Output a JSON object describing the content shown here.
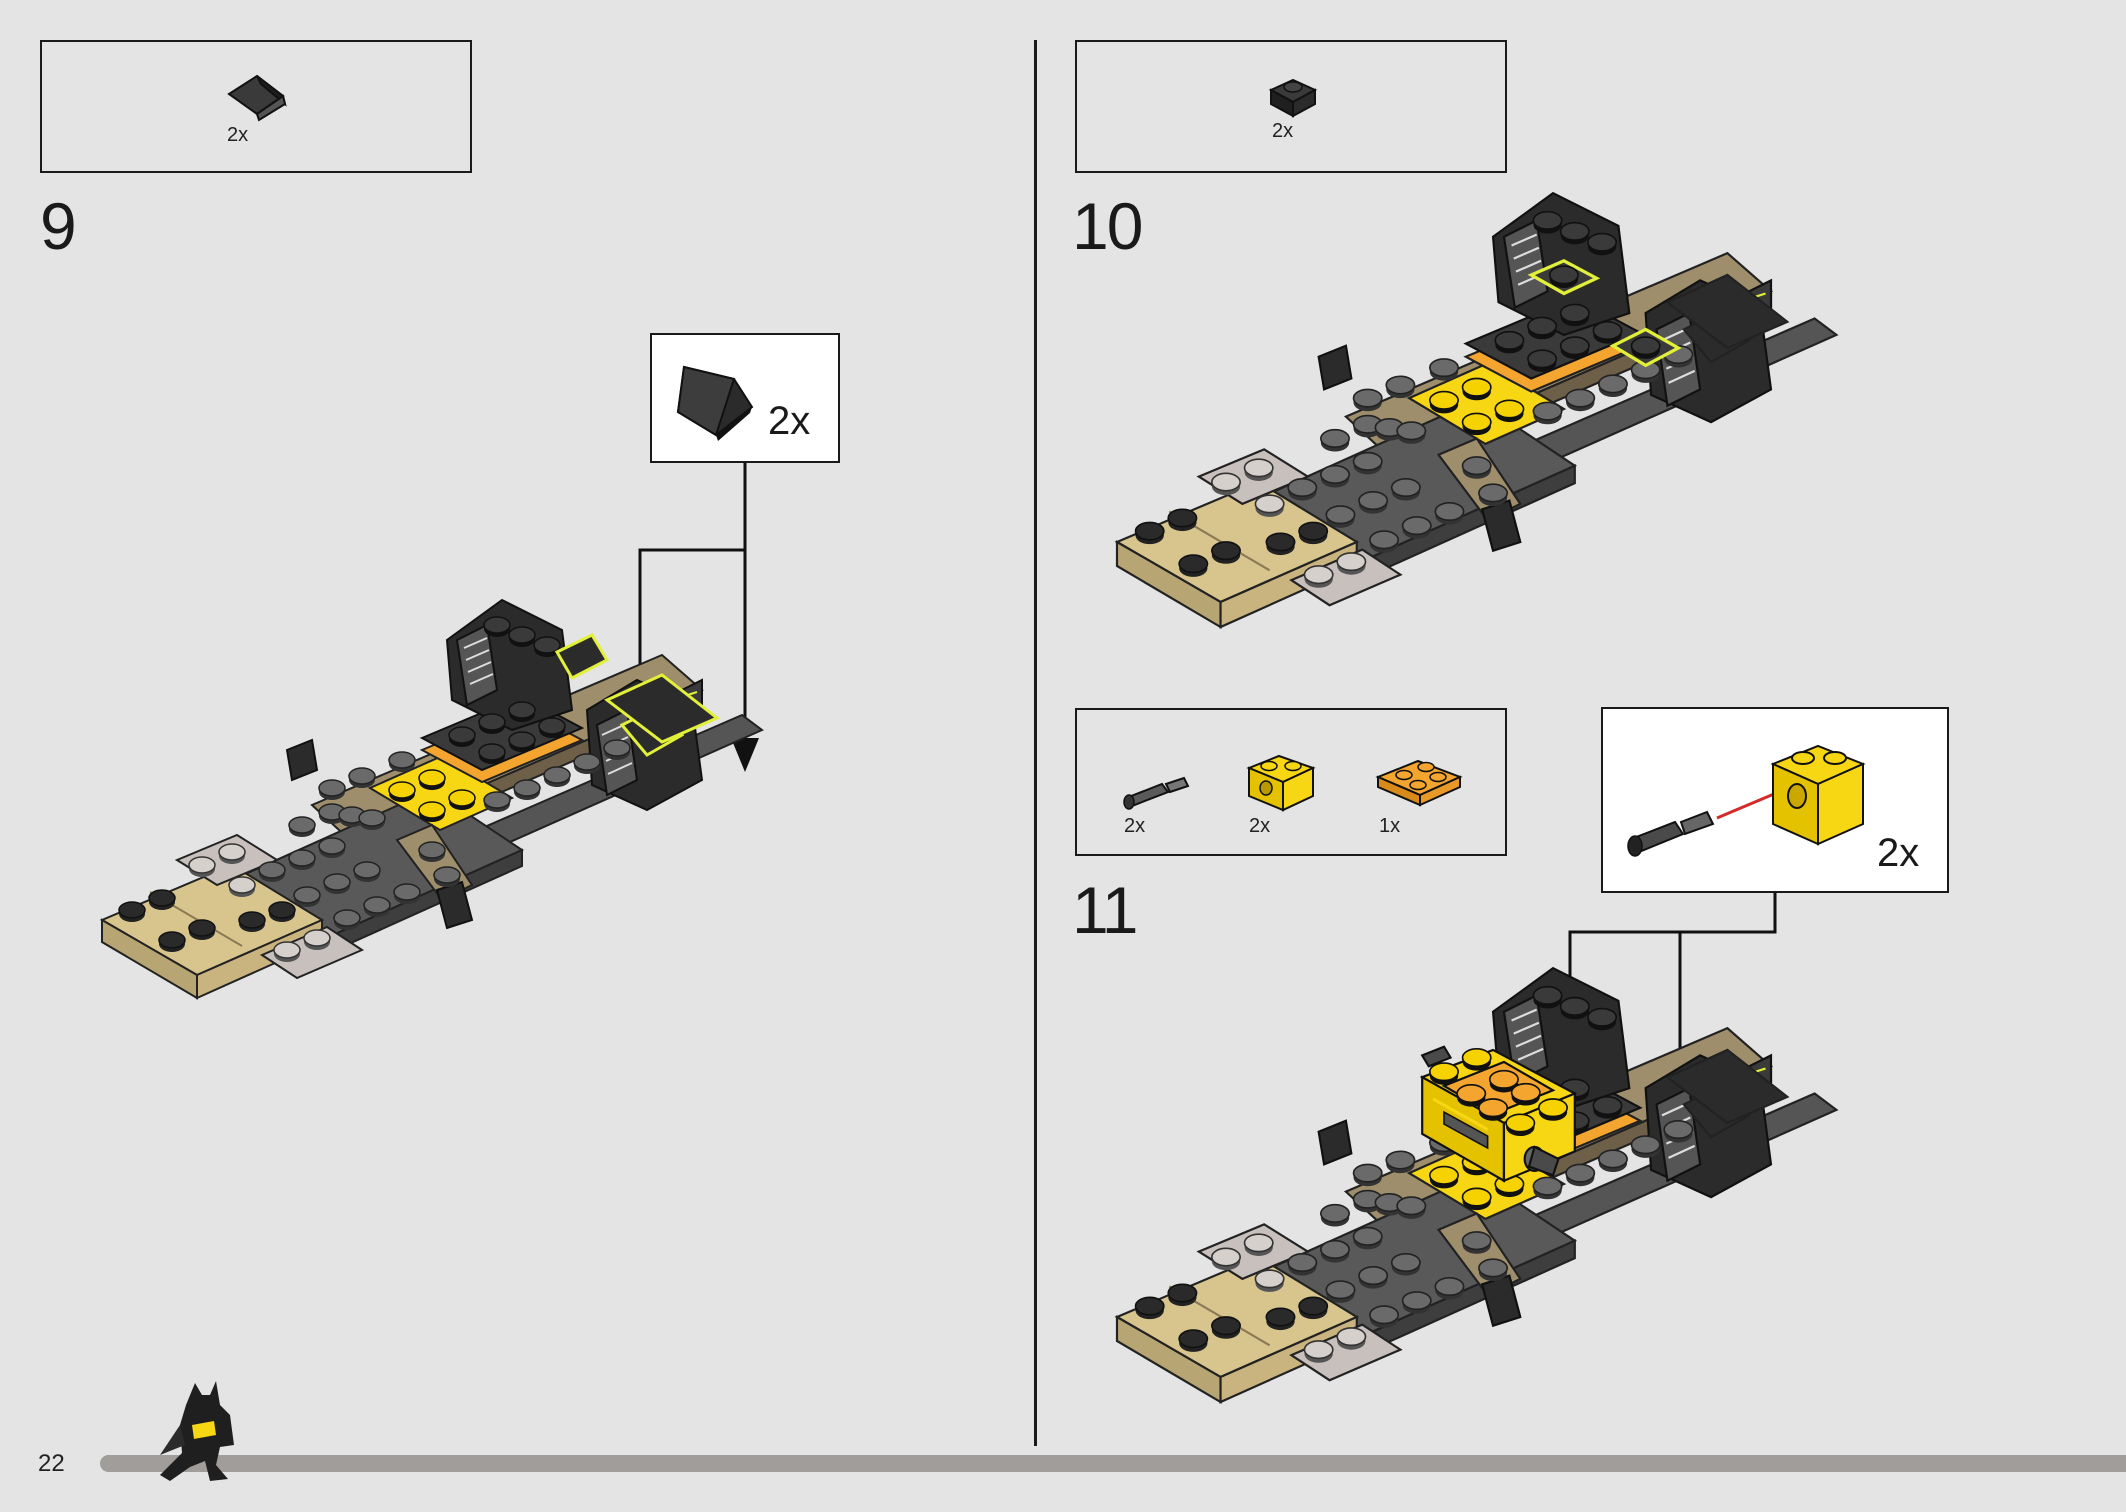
{
  "page_number": "22",
  "colors": {
    "background": "#e4e4e4",
    "dark_bluish_gray": "#595959",
    "black": "#2b2b2b",
    "tan": "#d8c58e",
    "dark_tan": "#9e8e6c",
    "light_bluish_gray": "#c8c0bc",
    "yellow": "#f7d613",
    "orange": "#f3a530",
    "highlight": "#e2f03a",
    "arrow_red": "#d42a2a",
    "progress_bar": "#a09d9a"
  },
  "steps": [
    {
      "number": "9",
      "parts": [
        {
          "icon": "black-slope-wedge-icon",
          "qty": "2x"
        }
      ],
      "callout": {
        "icon": "black-slope-wedge-icon",
        "qty": "2x"
      }
    },
    {
      "number": "10",
      "parts": [
        {
          "icon": "black-plate-1x1-icon",
          "qty": "2x"
        }
      ]
    },
    {
      "number": "11",
      "parts": [
        {
          "icon": "dark-gray-axle-pin-icon",
          "qty": "2x"
        },
        {
          "icon": "yellow-technic-brick-icon",
          "qty": "2x"
        },
        {
          "icon": "orange-plate-2x2-icon",
          "qty": "1x"
        }
      ],
      "callout": {
        "icon": "pin-into-brick-icon",
        "qty": "2x"
      }
    }
  ],
  "progress": 0.12
}
